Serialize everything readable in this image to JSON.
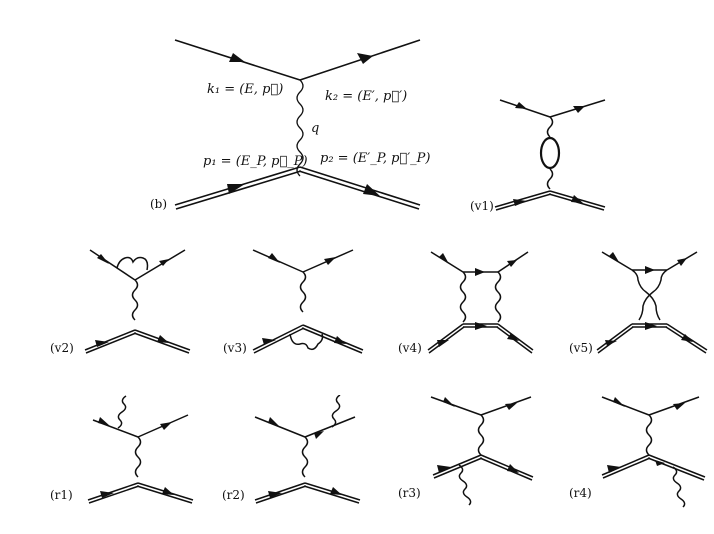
{
  "main_diagram": {
    "tag": "(b)",
    "labels": {
      "k1": "k₁ = (E, p⃗)",
      "k2": "k₂ = (E′, p⃗′)",
      "q": "q",
      "p1": "p₁ = (E_P, p⃗_P)",
      "p2": "p₂ = (E′_P, p⃗′_P)"
    }
  },
  "small_diagrams": [
    {
      "tag": "(v1)",
      "kind": "vacuum-polarization"
    },
    {
      "tag": "(v2)",
      "kind": "vertex-electron"
    },
    {
      "tag": "(v3)",
      "kind": "vertex-proton"
    },
    {
      "tag": "(v4)",
      "kind": "box"
    },
    {
      "tag": "(v5)",
      "kind": "crossed-box"
    },
    {
      "tag": "(r1)",
      "kind": "radiation-initial-electron"
    },
    {
      "tag": "(r2)",
      "kind": "radiation-final-electron"
    },
    {
      "tag": "(r3)",
      "kind": "radiation-initial-proton"
    },
    {
      "tag": "(r4)",
      "kind": "radiation-final-proton"
    }
  ],
  "colors": {
    "ink": "#111111",
    "background": "#ffffff"
  }
}
